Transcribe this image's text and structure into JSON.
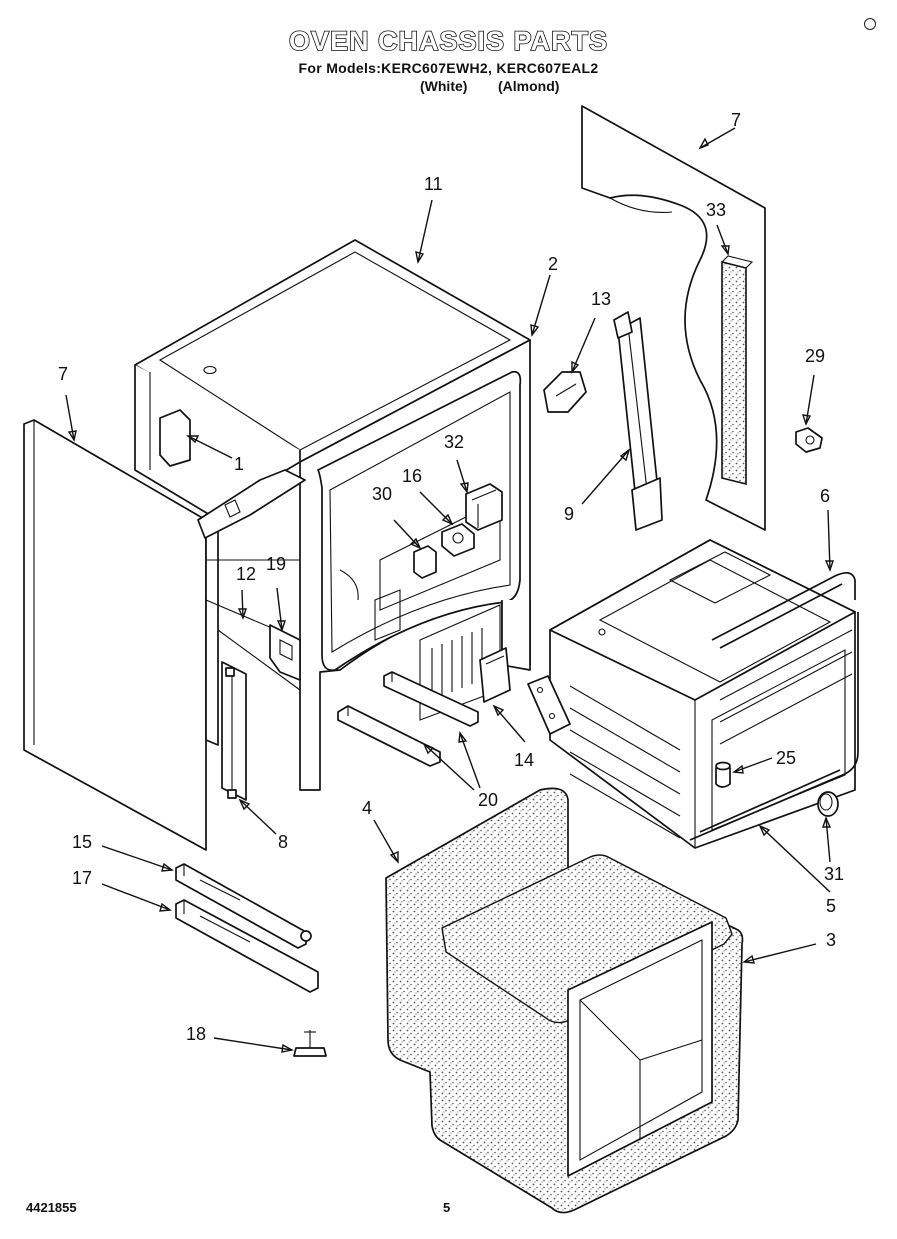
{
  "header": {
    "title": "OVEN CHASSIS PARTS",
    "models": "For Models:KERC607EWH2, KERC607EAL2",
    "variant_white": "(White)",
    "variant_almond": "(Almond)"
  },
  "footer": {
    "doc_number": "4421855",
    "page_number": "5"
  },
  "callouts": {
    "c1": "1",
    "c2": "2",
    "c3": "3",
    "c4": "4",
    "c5": "5",
    "c6": "6",
    "c7a": "7",
    "c7b": "7",
    "c8": "8",
    "c9": "9",
    "c11": "11",
    "c12": "12",
    "c13": "13",
    "c14": "14",
    "c15": "15",
    "c16": "16",
    "c17": "17",
    "c18": "18",
    "c19": "19",
    "c20": "20",
    "c25": "25",
    "c29": "29",
    "c30": "30",
    "c31": "31",
    "c32": "32",
    "c33": "33"
  },
  "colors": {
    "line": "#111111",
    "background": "#ffffff",
    "insulation_dots": "#555555"
  }
}
